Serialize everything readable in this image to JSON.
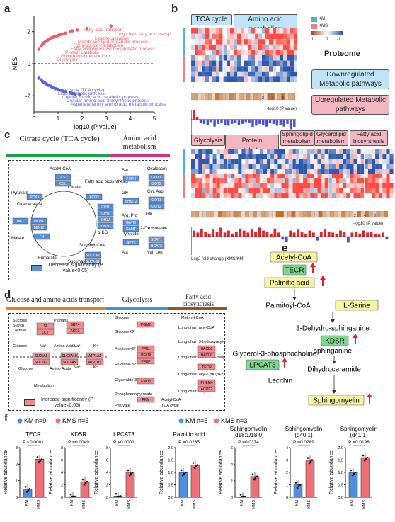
{
  "panel_labels": [
    "a",
    "b",
    "c",
    "d",
    "e",
    "f"
  ],
  "panel_a": {
    "chart_data": {
      "type": "scatter",
      "xlabel": "-log10 (P value)",
      "ylabel": "NES",
      "xlim": [
        0,
        5
      ],
      "ylim": [
        -3,
        3
      ],
      "xticks": [
        "0",
        "1",
        "2",
        "3",
        "4",
        "5"
      ],
      "yticks": [
        "2",
        "0",
        "-2"
      ],
      "series": [
        {
          "name": "up",
          "color": "#e8606b",
          "x": [
            0.2,
            0.3,
            0.35,
            0.4,
            0.45,
            0.5,
            0.55,
            0.6,
            0.65,
            0.7,
            0.75,
            0.8,
            0.85,
            0.9,
            1.0,
            1.05,
            1.1,
            1.2,
            1.3,
            1.5,
            1.6,
            1.8,
            2.2,
            3.2
          ],
          "y": [
            0.9,
            1.1,
            1.2,
            1.3,
            1.35,
            1.4,
            1.45,
            1.5,
            1.55,
            1.6,
            1.62,
            1.65,
            1.7,
            1.72,
            1.75,
            1.8,
            1.82,
            1.85,
            1.9,
            2.0,
            2.05,
            2.1,
            2.2,
            2.35
          ]
        },
        {
          "name": "down",
          "color": "#5a63d8",
          "x": [
            0.2,
            0.3,
            0.35,
            0.4,
            0.45,
            0.5,
            0.55,
            0.6,
            0.7,
            0.75,
            0.8,
            0.9,
            1.0,
            1.1,
            1.2,
            1.3,
            1.5,
            1.6,
            1.7,
            1.9
          ],
          "y": [
            -0.9,
            -1.0,
            -1.1,
            -1.15,
            -1.2,
            -1.25,
            -1.3,
            -1.35,
            -1.4,
            -1.45,
            -1.5,
            -1.55,
            -1.6,
            -1.65,
            -1.7,
            -1.75,
            -1.8,
            -1.85,
            -1.9,
            -1.95
          ]
        }
      ],
      "annotations_up": [
        "Fatty acid transport",
        "Long chain fatty acid transport",
        "Lipid localization",
        "Membrane lipid metabolic process",
        "Sphingolipid metabolism",
        "Fatty acid derivative biosynthetic process",
        "Protein catabolic",
        "Glycerolipid metabolism",
        "Glycolysis"
      ],
      "annotations_down": [
        "Citrate cycle (TCA cycle)",
        "Lipid catabolic process",
        "Cellular amino acid catabolic process",
        "Cellular amino acid biosynthetic process",
        "Aspartate family amino acid metabolic process"
      ]
    }
  },
  "panel_b": {
    "top_groups": [
      "TCA cycle",
      "Amino acid metabolism"
    ],
    "bottom_groups": [
      "Glycolysis",
      "Protein catabolism",
      "Sphingolipid metabolism",
      "Glycerolipid metabolism",
      "Fatty acid biosynthesis"
    ],
    "legend": {
      "km": "KM",
      "kms": "KMS",
      "scale": [
        "1",
        "0",
        "-1"
      ],
      "title": "Proteome",
      "down": "Downregulated Metabolic pathways",
      "up": "Upregulated Metabolic pathways"
    },
    "pval_label": "-log10 (P value)",
    "pval_ticks": [
      "2",
      "4",
      "6"
    ],
    "fc_label": "Log2 fold change (KMS/KM)",
    "top_fc": [
      1.2,
      0.3,
      -0.4,
      -0.5,
      -0.6,
      -0.3,
      -0.8,
      -0.5,
      -0.4,
      -0.6,
      -0.7,
      -0.5,
      -0.4,
      -0.6,
      -0.5,
      -0.3,
      -0.4,
      -0.9,
      -0.7,
      -0.5,
      -0.6,
      -0.8,
      -0.4,
      -0.5,
      -0.7,
      -0.6,
      -0.8,
      -0.5,
      -1.1,
      -0.9
    ],
    "bottom_fc": [
      0.6,
      0.4,
      0.8,
      0.5,
      0.3,
      0.7,
      0.5,
      0.9,
      0.4,
      0.6,
      0.3,
      0.5,
      0.8,
      0.6,
      0.4,
      0.7,
      0.5,
      0.9,
      0.6,
      0.5,
      0.3,
      0.8,
      0.4,
      -0.3,
      -0.5,
      0.6,
      0.4,
      0.7,
      0.5,
      0.3,
      0.6,
      0.4,
      -0.4,
      0.5,
      0.7,
      0.5,
      0.4,
      0.3,
      0.6,
      0.5,
      -0.6,
      0.4,
      0.5,
      0.3,
      0.6,
      0.4,
      0.5,
      0.3,
      0.2,
      0.4,
      -0.3
    ]
  },
  "panel_c": {
    "title_left": "Citrate cycle (TCA cycle)",
    "title_right": "Amino acid metabolism",
    "metabolites": [
      "Acetyl-CoA",
      "Citrate",
      "Fatty acid biosynthesis",
      "Pyruvate",
      "Oxaloacetate",
      "Malate",
      "Fumarate",
      "Succinate",
      "Succinyl-CoA",
      "α-KG",
      "Ser",
      "Gly",
      "Arg, Pro",
      "Pyruvate",
      "Ala",
      "Gln, Asp",
      "Glu",
      "2-Oxoisovalerate",
      "Val, Leu",
      "Oxaloacetate"
    ],
    "genes": [
      "CS",
      "CSL",
      "ACO2",
      "PCK1",
      "ME1",
      "MDH1",
      "MDH2",
      "FH",
      "IDH1",
      "IDH2",
      "IDH3A",
      "IDH3G",
      "SUCLA2",
      "SUCLG1",
      "PSPH",
      "SHMT2",
      "GATM",
      "GAMT",
      "GPT2",
      "GOT1",
      "GOT2",
      "GOT1",
      "GOT2",
      "BCAT1",
      "BCAT2"
    ],
    "legend": "Decrease significantly (P value<0.05)"
  },
  "panel_d": {
    "title_left": "Glucose and amino acids transport",
    "title_mid": "Glycolysis",
    "title_right": "Fatty acid biosynthesis",
    "left_items": [
      "Sucrose",
      "Starch",
      "Lactose",
      "Glucose",
      "Na⁺",
      "Amino Acids",
      "Na⁺",
      "K⁺",
      "Ptorians",
      "Na⁺",
      "K⁺",
      "Glucose",
      "Amino Acids",
      "Metabolism"
    ],
    "left_genes": [
      "SI",
      "LCT",
      "SRP4",
      "ACE2",
      "SLC5A1",
      "SLC2A2",
      "SLC6A19",
      "SLC1A5",
      "ATP1A1",
      "ATP1B1"
    ],
    "mid_items": [
      "Glucose",
      "Glucose-6P",
      "Fructose-6P",
      "Fructose-2P",
      "Glyceralde-3P",
      "Phosphoenolpyruvate",
      "Pyruvate"
    ],
    "mid_genes": [
      "PGM2",
      "PFKL",
      "PFKM",
      "PFKP",
      "ENO3",
      "PKM"
    ],
    "right_items": [
      "Malonyl-CoA",
      "Long-chain acyl-CoA",
      "Long-chain 3-hydroxyacyl-CoA",
      "Long-chain Trans-2,3-dehydroacyl-CoA",
      "Long-chain acyl-CoA (n+2)",
      "Acetyl-CoA",
      "TCA cycle",
      "Long chain fatty acid"
    ],
    "right_genes": [
      "HACD2",
      "HACD3",
      "TECR",
      "PHEM4",
      "ACOT7"
    ],
    "legend": "Increase significantly (P value<0.05)"
  },
  "panel_e": {
    "nodes": [
      "Acetyl-CoA",
      "TECR",
      "Palmitic acid",
      "Palmitoyl-CoA",
      "L-Serine",
      "3-Dehydro-sphinganine",
      "KDSR",
      "sphinganine",
      "Glycerol-3-phosphocholine",
      "LPCAT3",
      "Dihydroceramide",
      "Lecithin",
      "Sphingomyelin"
    ]
  },
  "panel_f": {
    "legend_left": [
      "KM n=9",
      "KMS n=5"
    ],
    "legend_right": [
      "KM n=5",
      "KMS n=3"
    ],
    "ylabel": "Relative abundance",
    "categories": [
      "KM",
      "KMS"
    ],
    "chart_data": [
      {
        "type": "bar",
        "title": "TECR",
        "pvalue": "P <0.0001",
        "categories": [
          "KM",
          "KMS"
        ],
        "values": [
          0.5,
          2.3
        ],
        "ylim": [
          0,
          3
        ],
        "yticks": [
          "0",
          "1",
          "2",
          "3"
        ],
        "group": "left"
      },
      {
        "type": "bar",
        "title": "KDSR",
        "pvalue": "P =0.0049",
        "categories": [
          "KM",
          "KMS"
        ],
        "values": [
          0.1,
          2.5
        ],
        "ylim": [
          0,
          8
        ],
        "yticks": [
          "0",
          "2",
          "4",
          "6",
          "8"
        ],
        "group": "left"
      },
      {
        "type": "bar",
        "title": "LPCAT3",
        "pvalue": "P <0.0001",
        "categories": [
          "KM",
          "KMS"
        ],
        "values": [
          0.2,
          4.0
        ],
        "ylim": [
          0,
          8
        ],
        "yticks": [
          "0",
          "2",
          "4",
          "6",
          "8"
        ],
        "group": "left"
      },
      {
        "type": "bar",
        "title": "Palmitic acid",
        "pvalue": "P =0.0235",
        "categories": [
          "KM",
          "KMS"
        ],
        "values": [
          1.0,
          1.3
        ],
        "ylim": [
          0,
          2
        ],
        "yticks": [
          "0.0",
          "0.5",
          "1.0",
          "1.5",
          "2.0"
        ],
        "group": "right"
      },
      {
        "type": "bar",
        "title": "Sphingomyelin (d18:1/18:0)",
        "pvalue": "P =0.0374",
        "categories": [
          "KM",
          "KMS"
        ],
        "values": [
          0.05,
          2.5
        ],
        "ylim": [
          0,
          6
        ],
        "yticks": [
          "0",
          "2",
          "4",
          "6"
        ],
        "group": "right"
      },
      {
        "type": "bar",
        "title": "Sphingomyelin (d40:1)",
        "pvalue": "P =0.0289",
        "categories": [
          "KM",
          "KMS"
        ],
        "values": [
          1.0,
          3.0
        ],
        "ylim": [
          0,
          4
        ],
        "yticks": [
          "0",
          "1",
          "2",
          "3",
          "4"
        ],
        "group": "right"
      },
      {
        "type": "bar",
        "title": "Sphingomyelin (d41:1)",
        "pvalue": "P =0.0198",
        "categories": [
          "KM",
          "KMS"
        ],
        "values": [
          1.0,
          1.6
        ],
        "ylim": [
          0,
          2
        ],
        "yticks": [
          "0.0",
          "0.5",
          "1.0",
          "1.5",
          "2.0"
        ],
        "group": "right"
      }
    ]
  },
  "colors": {
    "km": "#4f8fe0",
    "kms": "#ef6f77",
    "up": "#e8606b",
    "down": "#5a63d8",
    "green": "#1aa34a",
    "magenta": "#d6337a",
    "orange": "#e67e22",
    "blue": "#3498db",
    "brown": "#8b5a2b"
  }
}
